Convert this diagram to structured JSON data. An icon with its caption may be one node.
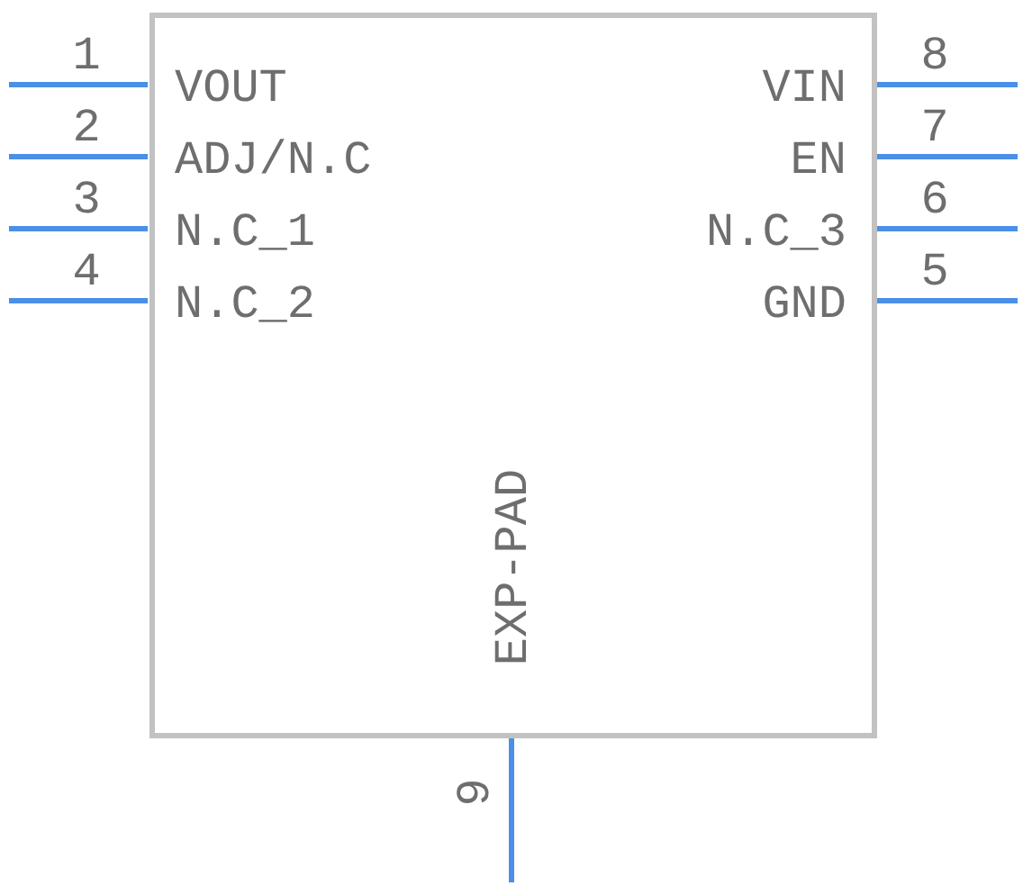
{
  "diagram": {
    "nodes": [
      {
        "text": [
          "VOUT",
          "VIN",
          "ADJ/N.C",
          "EN",
          "N.C_1",
          "N.C_3",
          "N.C_2",
          "GND",
          "EXP-PAD"
        ]
      }
    ],
    "labels": [
      "1",
      "8",
      "2",
      "7",
      "3",
      "6",
      "4",
      "5",
      "9"
    ]
  }
}
